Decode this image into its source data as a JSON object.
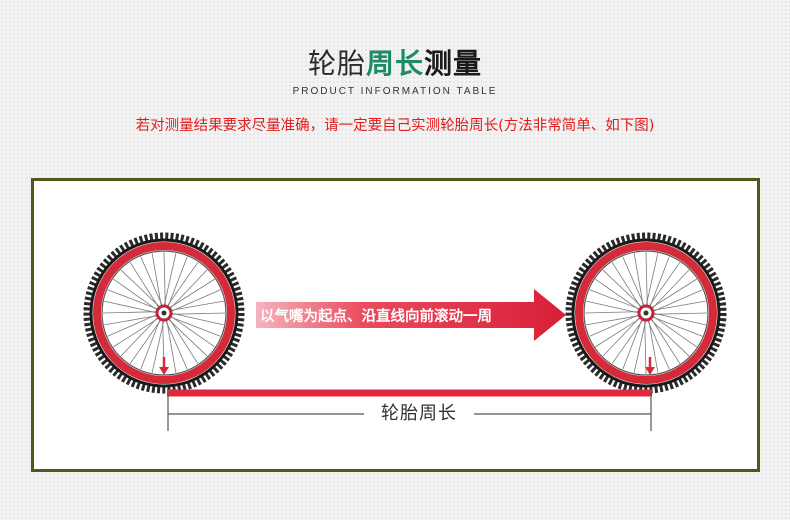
{
  "header": {
    "title_part1": "轮胎",
    "title_part2": "周长",
    "title_part3": "测量",
    "subtitle": "PRODUCT INFORMATION TABLE",
    "note": "若对测量结果要求尽量准确，请一定要自己实测轮胎周长(方法非常简单、如下图)"
  },
  "diagram": {
    "arrow_text": "以气嘴为起点、沿直线向前滚动一周",
    "circumference_label": "轮胎周长"
  },
  "colors": {
    "brand_green": "#1f8a6a",
    "note_red": "#e21c1c",
    "panel_border": "#55561a",
    "tire_red": "#d42a3a",
    "arrow_red": "#e0283e"
  }
}
